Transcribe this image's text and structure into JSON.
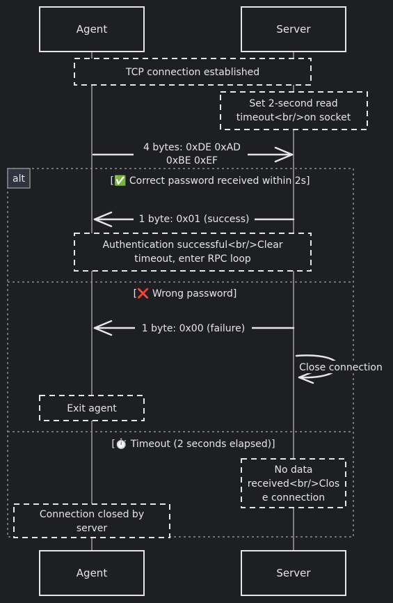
{
  "participants": {
    "agent": "Agent",
    "server": "Server"
  },
  "notes": {
    "tcp": "TCP connection established",
    "timeout_set": [
      "Set 2-second read",
      "timeout<br/>on socket"
    ],
    "auth_success": [
      "Authentication successful<br/>Clear",
      "timeout, enter RPC loop"
    ],
    "exit_agent": "Exit agent",
    "no_data": [
      "No data",
      "received<br/>Clos",
      "e connection"
    ],
    "closed_by_server": [
      "Connection closed by",
      "server"
    ]
  },
  "messages": {
    "send_bytes": [
      "4 bytes: 0xDE 0xAD",
      "0xBE 0xEF"
    ],
    "success": "1 byte: 0x01 (success)",
    "failure": "1 byte: 0x00 (failure)",
    "close": "Close connection"
  },
  "alt": {
    "tag": "alt",
    "branch1": "[✅ Correct password received within 2s]",
    "branch2": "[❌ Wrong password]",
    "branch3": "[⏱️ Timeout (2 seconds elapsed)]"
  }
}
